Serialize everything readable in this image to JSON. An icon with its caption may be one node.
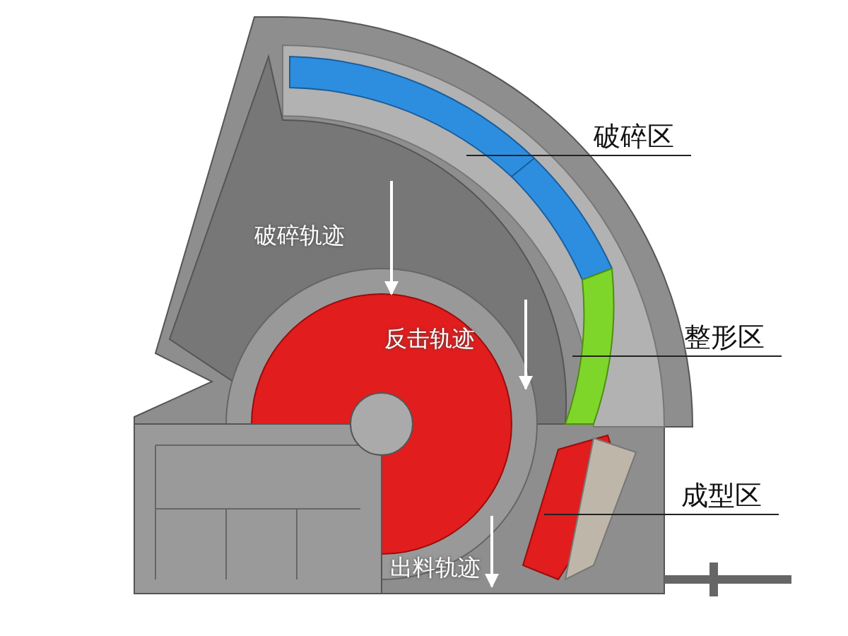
{
  "diagram": {
    "nodes": [
      {
        "text": [
          "破碎区"
        ]
      },
      {
        "text": [
          "整形区"
        ]
      },
      {
        "text": [
          "成型区"
        ]
      }
    ],
    "edges": [
      {
        "from": 0,
        "to": null,
        "arrow": "none"
      },
      {
        "from": 1,
        "to": null,
        "arrow": "none"
      },
      {
        "from": 2,
        "to": null,
        "arrow": "none"
      }
    ],
    "labels": [
      "破碎轨迹",
      "反击轨迹",
      "出料轨迹"
    ]
  }
}
